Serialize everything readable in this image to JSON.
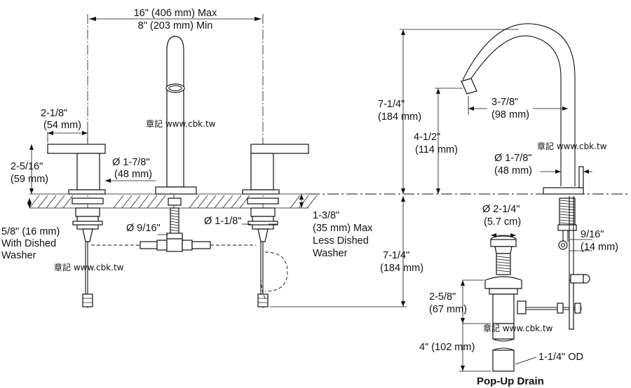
{
  "dimensions": {
    "spread": [
      "16\" (406 mm) Max",
      "8\" (203 mm) Min"
    ],
    "handle_width": [
      "2-1/8\"",
      "(54 mm)"
    ],
    "handle_height": [
      "2-5/16\"",
      "(59 mm)"
    ],
    "valve_hole": [
      "Ø 1-7/8\"",
      "(48 mm)"
    ],
    "dished_washer": [
      "5/8\" (16 mm)",
      "With Dished",
      "Washer"
    ],
    "tee_nut": "Ø 9/16\"",
    "shank": "Ø 1-1/8\"",
    "deck_max": [
      "1-3/8\"",
      "(35 mm) Max",
      "Less Dished",
      "Washer"
    ],
    "below_height": [
      "7-1/4\"",
      "(184 mm)"
    ],
    "spout_height": [
      "7-1/4\"",
      "(184 mm)"
    ],
    "outlet_height": [
      "4-1/2\"",
      "(114 mm)"
    ],
    "spout_reach": [
      "3-7/8\"",
      "(98 mm)"
    ],
    "spout_base": [
      "Ø 1-7/8\"",
      "(48 mm)"
    ],
    "drain_flange": [
      "Ø 2-1/4\"",
      "(5.7 cm)"
    ],
    "lift_rod": [
      "9/16\"",
      "(14 mm)"
    ],
    "drain_body": [
      "2-5/8\"",
      "(67 mm)"
    ],
    "tailpiece": "4\" (102 mm)",
    "tail_od": "1-1/4\" OD"
  },
  "watermark": "章記 www.cbk.tw",
  "drain_title": "Pop-Up Drain"
}
